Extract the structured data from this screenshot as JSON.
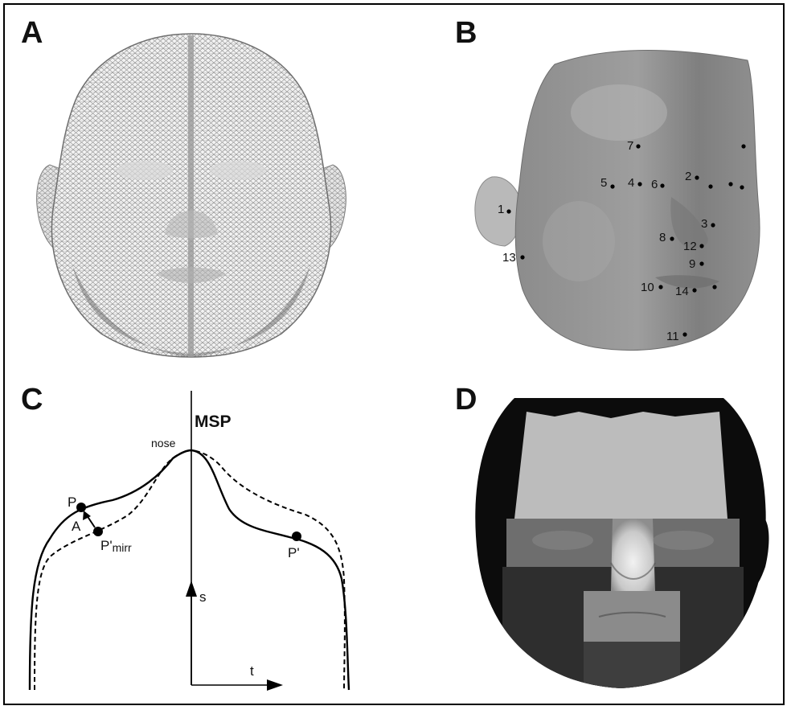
{
  "panels": {
    "a": {
      "letter": "A"
    },
    "b": {
      "letter": "B",
      "landmarks": [
        "1",
        "2",
        "3",
        "4",
        "5",
        "6",
        "7",
        "8",
        "9",
        "10",
        "11",
        "12",
        "13",
        "14"
      ]
    },
    "c": {
      "letter": "C",
      "msp": "MSP",
      "nose": "nose",
      "p": "P",
      "a": "A",
      "p_mirr_base": "P'",
      "p_mirr_sub": "mirr",
      "p_prime": "P'",
      "s": "s",
      "t": "t"
    },
    "d": {
      "letter": "D"
    }
  },
  "colors": {
    "mesh": "#8a8a8a",
    "surface": "#9a9a9a",
    "dark_region": "#0c0c0c",
    "curve": "#000000"
  }
}
